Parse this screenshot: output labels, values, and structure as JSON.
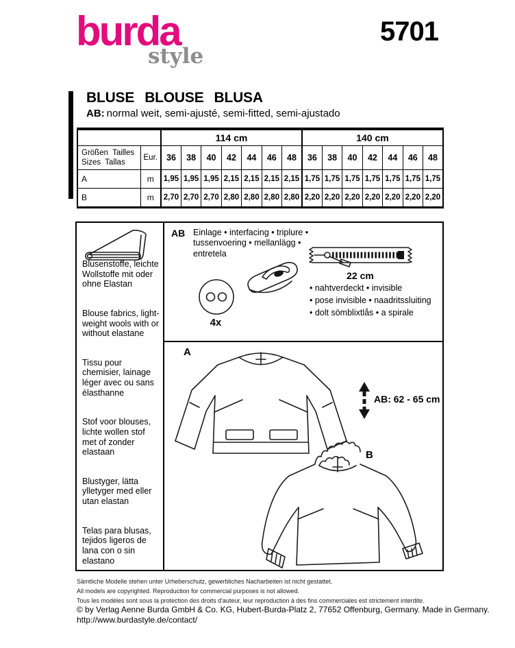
{
  "header": {
    "logo_primary": "burda",
    "logo_secondary": "style",
    "pattern_number": "5701"
  },
  "title": {
    "words": [
      "BLUSE",
      "BLOUSE",
      "BLUSA"
    ],
    "fit_label": "AB:",
    "fit_text": "normal weit, semi-ajusté, semi-fitted, semi-ajustado"
  },
  "size_table": {
    "width_groups": [
      "114 cm",
      "140 cm"
    ],
    "size_header_line1": "Größen  Tailles",
    "size_header_line2": "Sizes  Tallas",
    "eur_label": "Eur.",
    "sizes": [
      "36",
      "38",
      "40",
      "42",
      "44",
      "46",
      "48"
    ],
    "rows": [
      {
        "label": "A",
        "unit": "m",
        "values_114": [
          "1,95",
          "1,95",
          "1,95",
          "2,15",
          "2,15",
          "2,15",
          "2,15"
        ],
        "values_140": [
          "1,75",
          "1,75",
          "1,75",
          "1,75",
          "1,75",
          "1,75",
          "1,75"
        ]
      },
      {
        "label": "B",
        "unit": "m",
        "values_114": [
          "2,70",
          "2,70",
          "2,70",
          "2,80",
          "2,80",
          "2,80",
          "2,80"
        ],
        "values_140": [
          "2,20",
          "2,20",
          "2,20",
          "2,20",
          "2,20",
          "2,20",
          "2,20"
        ]
      }
    ]
  },
  "fabrics": {
    "icon": "fabric-bolt-icon",
    "paragraphs": [
      "Blusenstoffe, leichte Wollstoffe mit oder ohne Elastan",
      "Blouse fabrics, light-weight wools with or without elastane",
      "Tissu pour chemisier, lainage léger avec ou sans élasthanne",
      "Stof voor blouses, lichte wollen stof met of zonder elastaan",
      "Blustyger, lätta ylletyger med eller utan elastan",
      "Telas para blusas, tejidos ligeros de lana con o sin elastano"
    ]
  },
  "notions": {
    "view_label": "AB",
    "interfacing_text": "Einlage • interfacing • triplure • tussenvoering • mellanlägg • entretela",
    "button_quantity": "4x",
    "zipper_length": "22 cm",
    "zipper_notes": [
      "• nahtverdeckt • invisible",
      "• pose invisible • naadritssluiting",
      "• dolt sömblixtlås • a spirale"
    ]
  },
  "views": {
    "view_a_label": "A",
    "view_b_label": "B",
    "length_note": "AB: 62 - 65 cm"
  },
  "footer": {
    "legal_lines": [
      "Sämtliche Modelle stehen unter Urheberschutz, gewerbliches Nacharbeiten ist nicht gestattet.",
      "All models are copyrighted. Reproduction for commercial purposes is not allowed.",
      "Tous les modèles sont sous la protection des droits d'auteur, leur reproduction à des fins commerciales est strictement interdite."
    ],
    "copyright": "© by Verlag Aenne Burda GmbH & Co. KG, Hubert-Burda-Platz 2, 77652 Offenburg, Germany. Made in Germany.",
    "url": "http://www.burdastyle.de/contact/"
  },
  "icons": {
    "fabric": "fabric-bolt-icon",
    "button": "button-icon",
    "iron": "iron-icon",
    "zipper": "zipper-icon",
    "length_arrow": "vertical-double-arrow-icon"
  },
  "colors": {
    "brand_magenta": "#e40b7d",
    "logo_gray": "#8d8d8d",
    "ink": "#000000"
  }
}
